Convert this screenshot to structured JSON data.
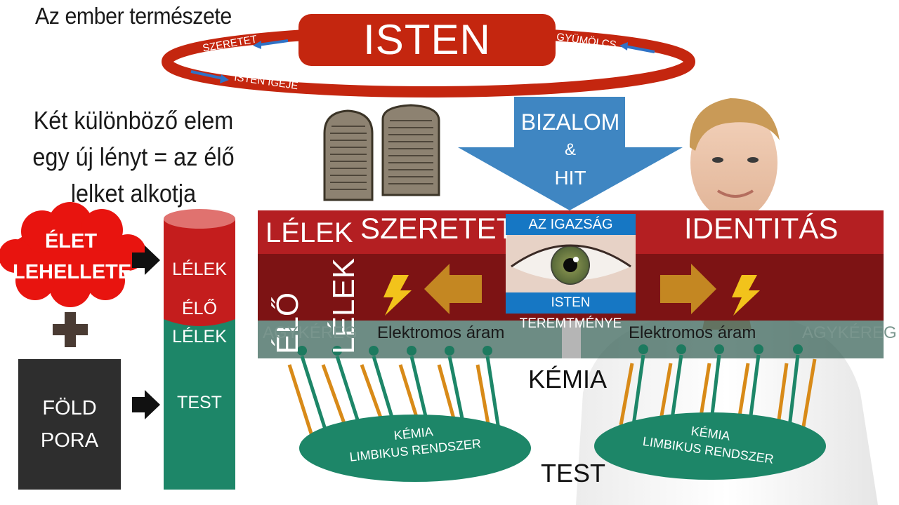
{
  "title": "Az ember természete",
  "subtitle": "Két különböző elem egy új lényt = az élő lelket alkotja",
  "cycle": {
    "center": "ISTEN",
    "left_top": "SZERETET",
    "left_bottom": "ISTEN IGÉJE",
    "right_top": "GYÜMÖLCS"
  },
  "trust": {
    "line1": "BIZALOM",
    "line2": "&",
    "line3": "HIT"
  },
  "breath": {
    "line1": "ÉLET",
    "line2": "LEHELLETE"
  },
  "dust": {
    "line1": "FÖLD",
    "line2": "PORA"
  },
  "column": {
    "soul": "LÉLEK",
    "living1": "ÉLŐ",
    "living2": "LÉLEK",
    "body": "TEST"
  },
  "band": {
    "lelek": "LÉLEK",
    "szeretet": "SZERETET",
    "identitas": "IDENTITÁS",
    "igazsag": "AZ IGAZSÁG",
    "teremtmeny": "ISTEN TEREMTMÉNYE",
    "elo": "ÉLŐ",
    "elo_lelek": "LÉLEK",
    "agykereg_left": "AGYKÉREG",
    "agykereg_right": "AGYKÉREG",
    "elektromos_left": "Elektromos áram",
    "elektromos_right": "Elektromos áram"
  },
  "kemia": "KÉMIA",
  "test": "TEST",
  "limbic_left": {
    "line1": "KÉMIA",
    "line2": "LIMBIKUS RENDSZER"
  },
  "limbic_right": {
    "line1": "KÉMIA",
    "line2": "LIMBIKUS RENDSZER"
  },
  "colors": {
    "red": "#c4260f",
    "band_red": "#b41f22",
    "band_dark": "#7d1314",
    "green": "#1d8668",
    "blue": "#3f86c2",
    "orange": "#d88a18",
    "dark": "#2e2e2e"
  }
}
